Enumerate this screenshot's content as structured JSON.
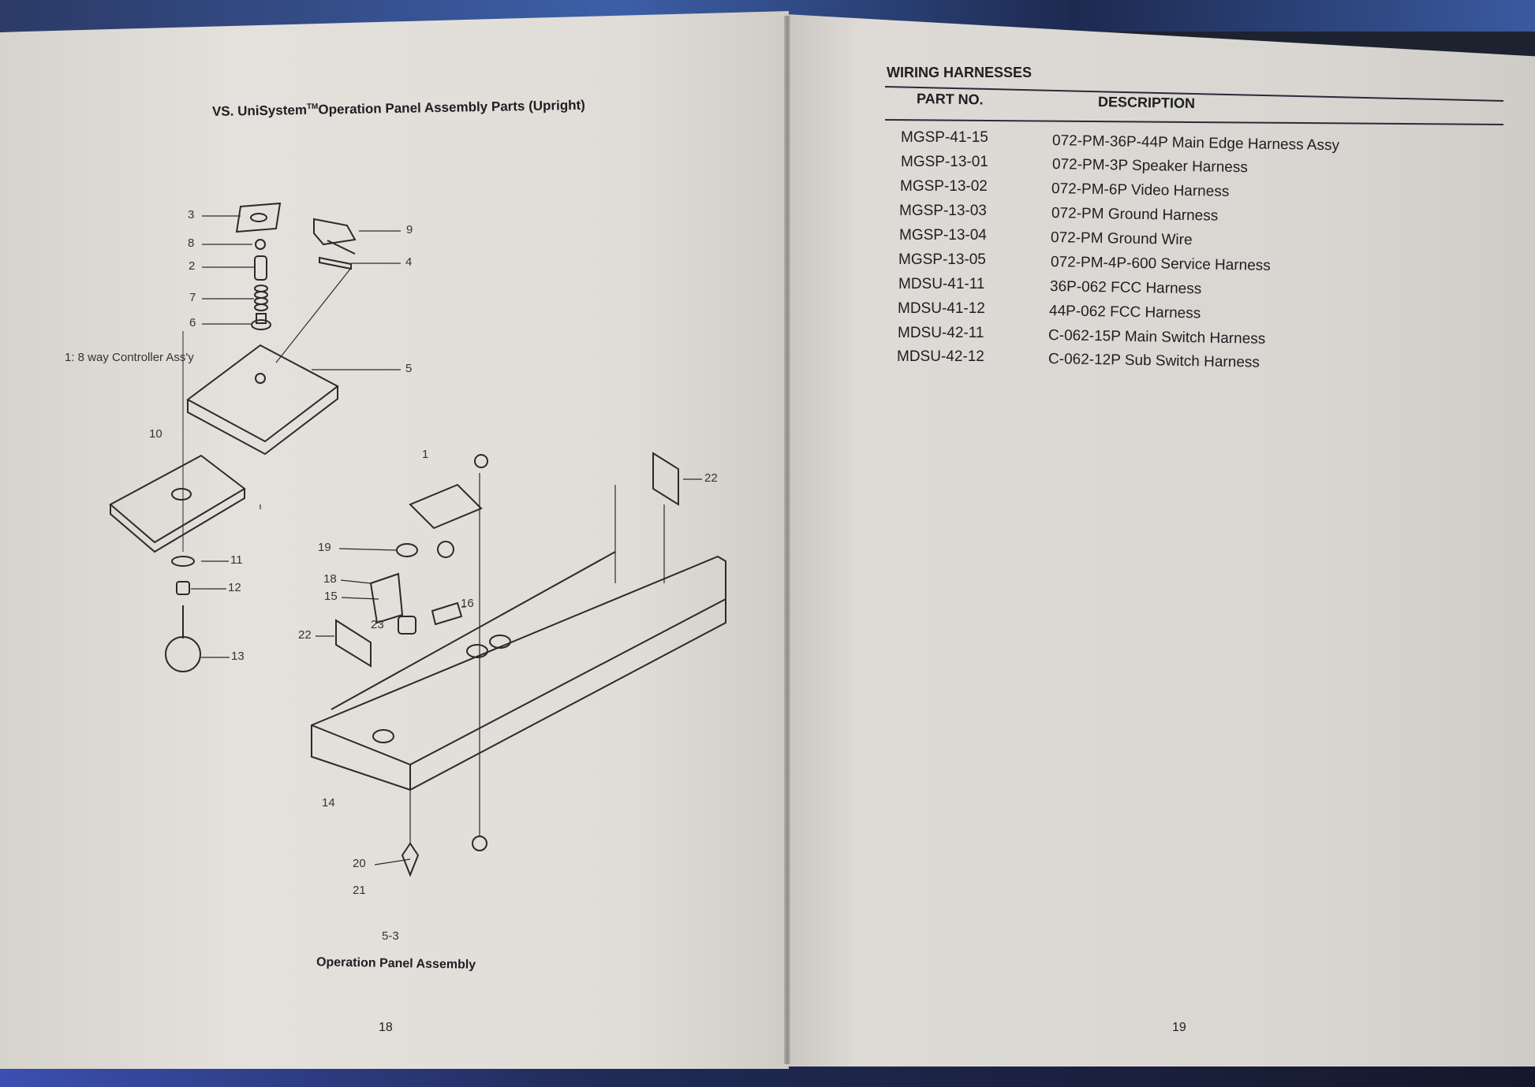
{
  "left_page": {
    "title_prefix": "VS. UniSystem",
    "title_tm": "TM",
    "title_suffix": "Operation Panel Assembly Parts (Upright)",
    "assembly_label": "1: 8 way Controller Ass'y",
    "callouts": [
      "3",
      "8",
      "2",
      "7",
      "6",
      "9",
      "4",
      "5",
      "10",
      "1",
      "22",
      "11",
      "12",
      "13",
      "19",
      "18",
      "15",
      "16",
      "23",
      "22",
      "14",
      "20",
      "21"
    ],
    "figure_number": "5-3",
    "figure_caption": "Operation Panel Assembly",
    "page_number": "18"
  },
  "right_page": {
    "section_title": "WIRING HARNESSES",
    "columns": [
      "PART NO.",
      "DESCRIPTION"
    ],
    "rows": [
      {
        "part": "MGSP-41-15",
        "desc": "072-PM-36P-44P Main Edge Harness Assy"
      },
      {
        "part": "MGSP-13-01",
        "desc": "072-PM-3P Speaker Harness"
      },
      {
        "part": "MGSP-13-02",
        "desc": "072-PM-6P Video Harness"
      },
      {
        "part": "MGSP-13-03",
        "desc": "072-PM Ground Harness"
      },
      {
        "part": "MGSP-13-04",
        "desc": "072-PM Ground Wire"
      },
      {
        "part": "MGSP-13-05",
        "desc": "072-PM-4P-600 Service Harness"
      },
      {
        "part": "MDSU-41-11",
        "desc": "36P-062 FCC Harness"
      },
      {
        "part": "MDSU-41-12",
        "desc": "44P-062 FCC Harness"
      },
      {
        "part": "MDSU-42-11",
        "desc": "C-062-15P Main Switch Harness"
      },
      {
        "part": "MDSU-42-12",
        "desc": "C-062-12P Sub Switch Harness"
      }
    ],
    "page_number": "19"
  }
}
